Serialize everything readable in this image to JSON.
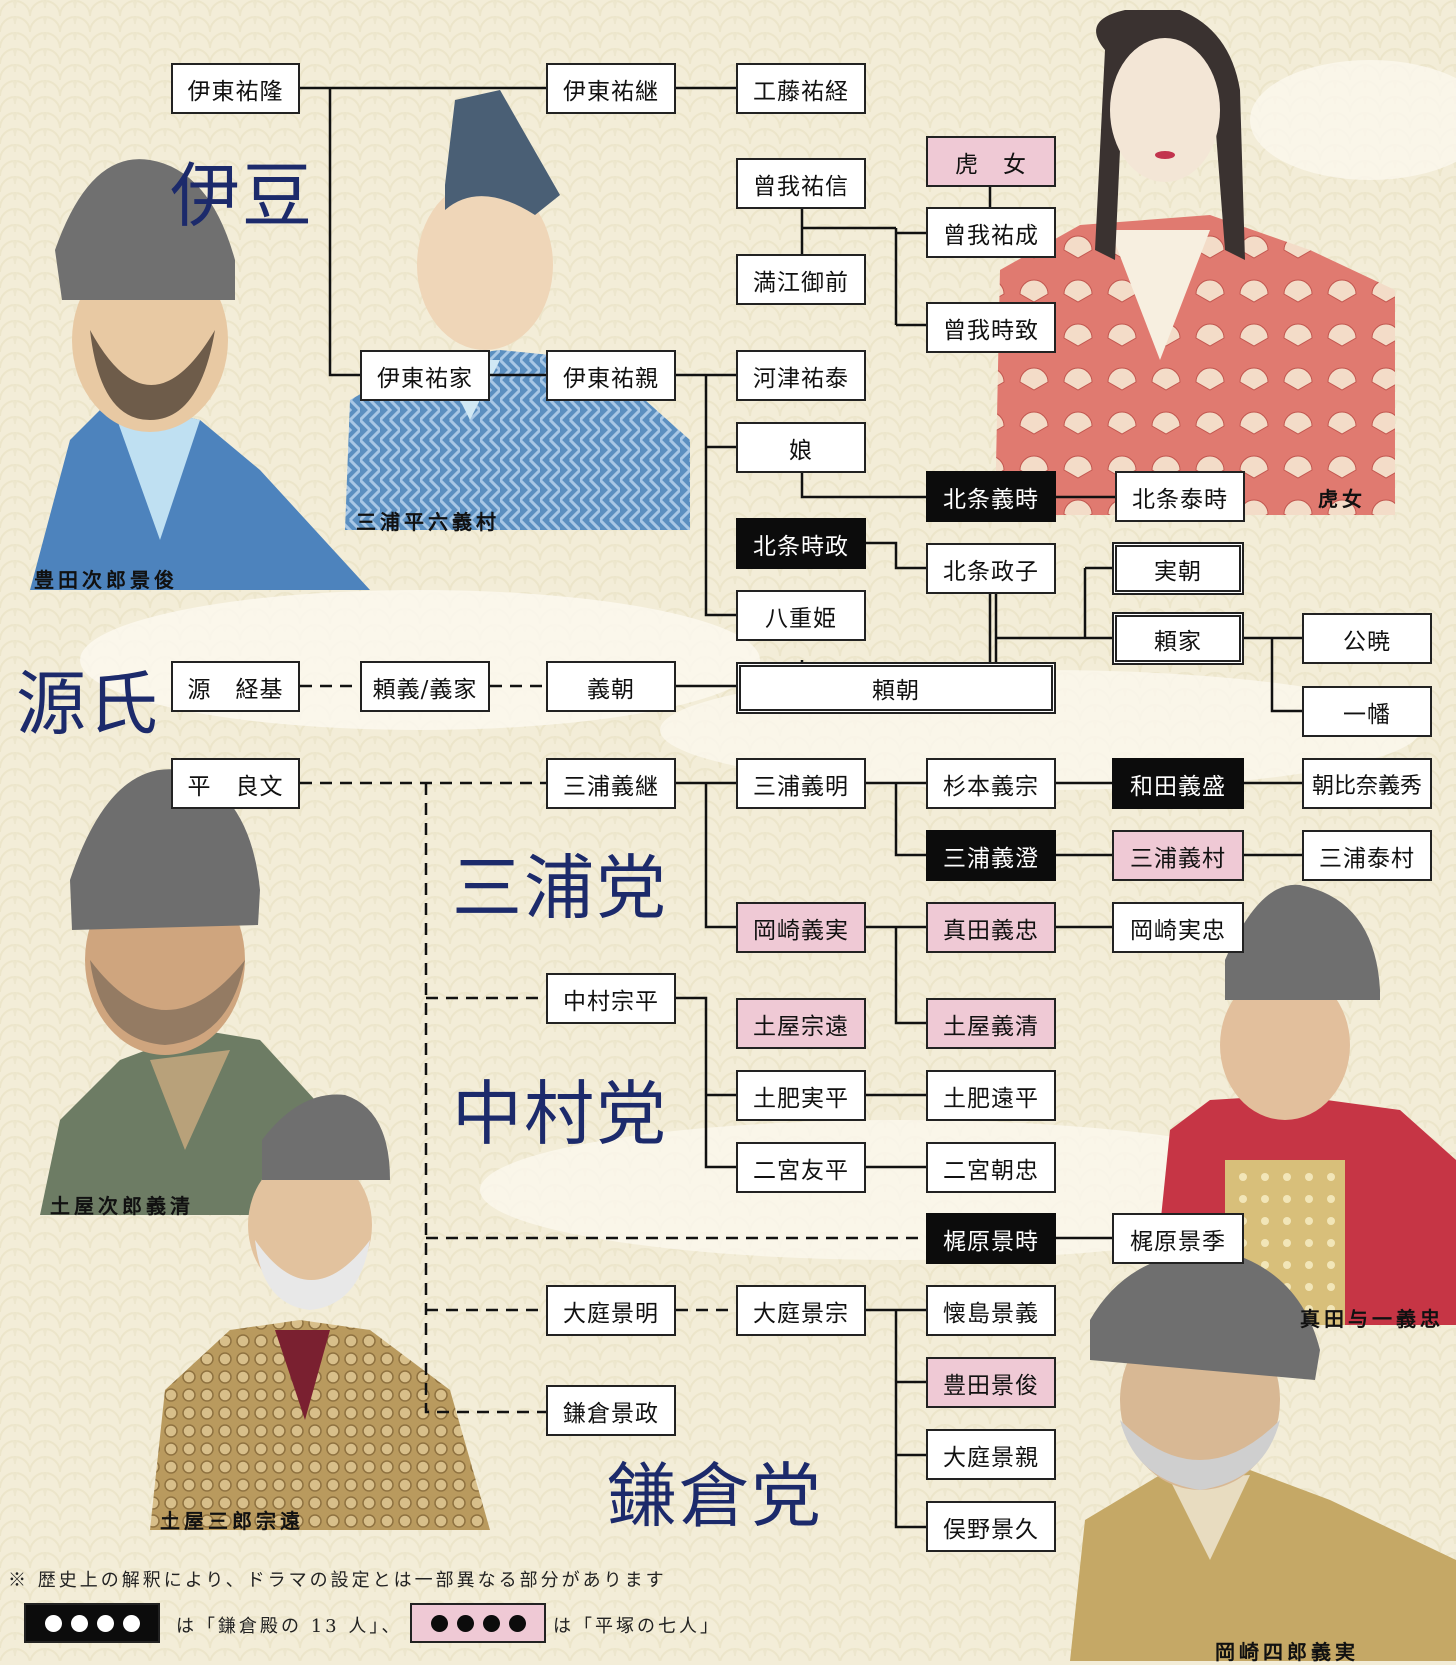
{
  "regions": {
    "izu": "伊豆",
    "genji": "源氏",
    "miura": "三浦党",
    "nakamura": "中村党",
    "kamakura": "鎌倉党"
  },
  "people": {
    "ito_suketaka": "伊東祐隆",
    "ito_suketsugu": "伊東祐継",
    "kudo_suketsune": "工藤祐経",
    "tora_gozen": "虎　女",
    "soga_sukenobu": "曾我祐信",
    "soga_sukenari": "曾我祐成",
    "mankou_gozen": "満江御前",
    "soga_tokimune": "曾我時致",
    "ito_sukeie": "伊東祐家",
    "ito_sukechika": "伊東祐親",
    "kawazu_sukeyasu": "河津祐泰",
    "musume": "娘",
    "hojo_yoshitoki": "北条義時",
    "hojo_yasutoki": "北条泰時",
    "hojo_tokimasa": "北条時政",
    "hojo_masako": "北条政子",
    "sanetomo": "実朝",
    "yaehime": "八重姫",
    "yoriie": "頼家",
    "kugyo": "公暁",
    "ichiman": "一幡",
    "minamoto_tsunemoto": "源　経基",
    "yoriyoshi_yoshiie": "頼義/義家",
    "yoshitomo": "義朝",
    "yoritomo": "頼朝",
    "taira_yoshifumi": "平　良文",
    "miura_yoshitsugu": "三浦義継",
    "miura_yoshiaki": "三浦義明",
    "sugimoto_yoshimune": "杉本義宗",
    "wada_yoshimori": "和田義盛",
    "asahina_yoshihide": "朝比奈義秀",
    "miura_yoshizumi": "三浦義澄",
    "miura_yoshimura": "三浦義村",
    "miura_yasumura": "三浦泰村",
    "okazaki_yoshizane": "岡崎義実",
    "sanada_yoshitada": "真田義忠",
    "okazaki_sanetada": "岡崎実忠",
    "nakamura_munehira": "中村宗平",
    "tsuchiya_munetoo": "土屋宗遠",
    "tsuchiya_yoshikiyo": "土屋義清",
    "dohi_sanehira": "土肥実平",
    "dohi_tohira": "土肥遠平",
    "ninomiya_tomohira": "二宮友平",
    "ninomiya_tomotada": "二宮朝忠",
    "kajiwara_kagetoki": "梶原景時",
    "kajiwara_kagesue": "梶原景季",
    "oba_kageaki": "大庭景明",
    "oba_kagemune": "大庭景宗",
    "kaijima_kageyoshi": "懐島景義",
    "toyoda_kagetoshi": "豊田景俊",
    "oba_kagechika": "大庭景親",
    "matano_kagehisa": "俣野景久",
    "kamakura_kagemasa": "鎌倉景政"
  },
  "portraits": {
    "p1": "豊田次郎景俊",
    "p2": "三浦平六義村",
    "p3": "虎女",
    "p4": "土屋次郎義清",
    "p5": "土屋三郎宗遠",
    "p6": "真田与一義忠",
    "p7": "岡崎四郎義実"
  },
  "note": "※ 歴史上の解釈により、ドラマの設定とは一部異なる部分があります",
  "legend": {
    "black_text": "は「鎌倉殿の 13 人」、",
    "pink_text": "は「平塚の七人」",
    "black_color": "#0c0c0c",
    "pink_color": "#efc9d5"
  }
}
